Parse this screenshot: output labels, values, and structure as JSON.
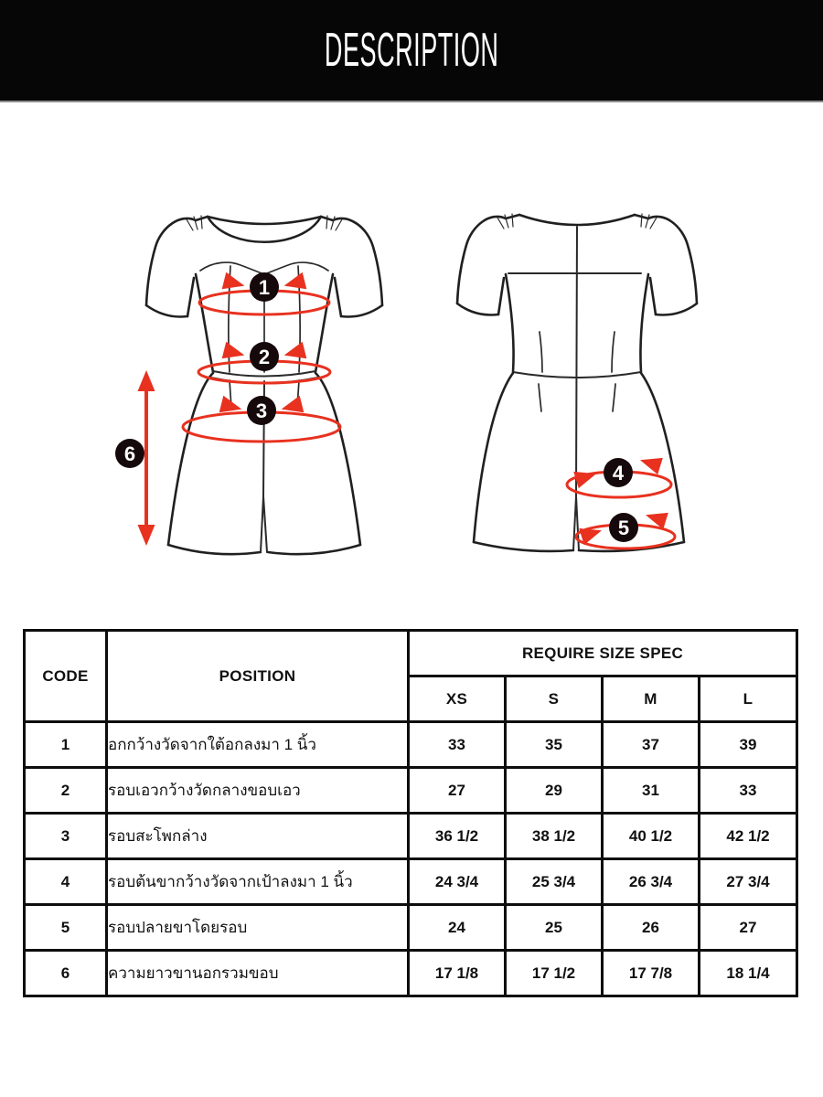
{
  "header": {
    "title": "DESCRIPTION"
  },
  "diagram": {
    "views": [
      {
        "name": "front-view"
      },
      {
        "name": "back-view"
      }
    ],
    "markers": [
      {
        "label": "1"
      },
      {
        "label": "2"
      },
      {
        "label": "3"
      },
      {
        "label": "4"
      },
      {
        "label": "5"
      },
      {
        "label": "6"
      }
    ],
    "accent_color": "#e8311f",
    "line_color": "#202020"
  },
  "table": {
    "col_code": "CODE",
    "col_position": "POSITION",
    "col_spec": "REQUIRE SIZE SPEC",
    "sizes": [
      "XS",
      "S",
      "M",
      "L"
    ],
    "rows": [
      {
        "code": "1",
        "position": "อกกว้างวัดจากใต้อกลงมา 1 นิ้ว",
        "values": [
          "33",
          "35",
          "37",
          "39"
        ]
      },
      {
        "code": "2",
        "position": "รอบเอวกว้างวัดกลางขอบเอว",
        "values": [
          "27",
          "29",
          "31",
          "33"
        ]
      },
      {
        "code": "3",
        "position": "รอบสะโพกล่าง",
        "values": [
          "36 1/2",
          "38 1/2",
          "40 1/2",
          "42 1/2"
        ]
      },
      {
        "code": "4",
        "position": "รอบต้นขากว้างวัดจากเป้าลงมา 1 นิ้ว",
        "values": [
          "24 3/4",
          "25 3/4",
          "26 3/4",
          "27 3/4"
        ]
      },
      {
        "code": "5",
        "position": "รอบปลายขาโดยรอบ",
        "values": [
          "24",
          "25",
          "26",
          "27"
        ]
      },
      {
        "code": "6",
        "position": "ความยาวขานอกรวมขอบ",
        "values": [
          "17 1/8",
          "17 1/2",
          "17 7/8",
          "18 1/4"
        ]
      }
    ]
  }
}
